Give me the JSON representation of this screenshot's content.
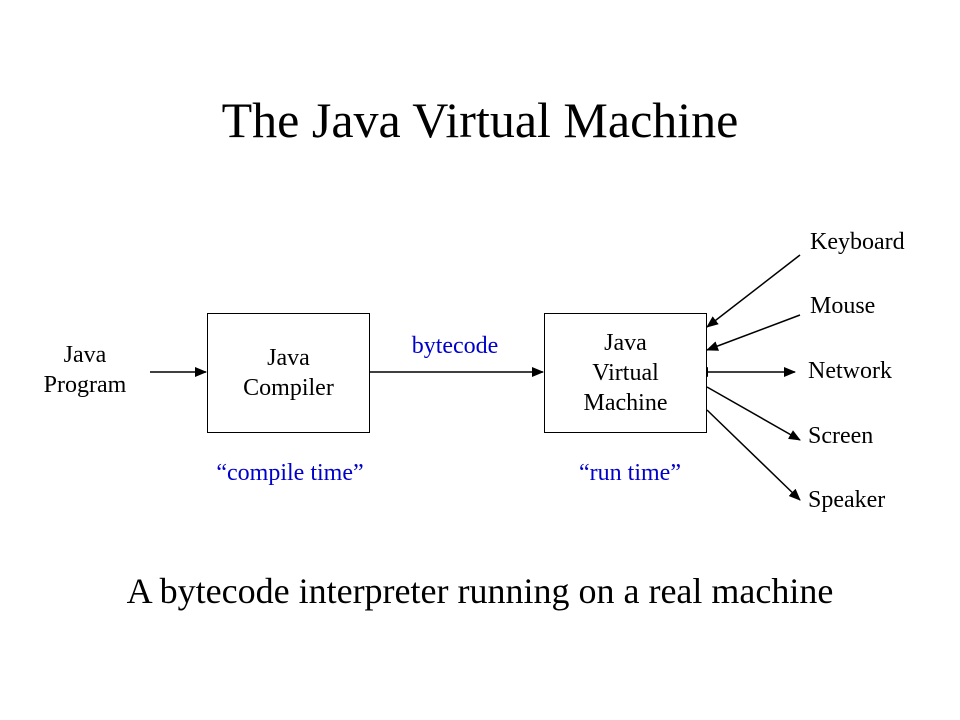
{
  "title": "The Java Virtual Machine",
  "caption": "A bytecode interpreter running on a real machine",
  "nodes": {
    "java_program": {
      "line1": "Java",
      "line2": "Program"
    },
    "java_compiler": {
      "line1": "Java",
      "line2": "Compiler"
    },
    "jvm": {
      "line1": "Java",
      "line2": "Virtual",
      "line3": "Machine"
    }
  },
  "edge_labels": {
    "bytecode": "bytecode",
    "compile_time": "“compile time”",
    "run_time": "“run time”"
  },
  "devices": {
    "keyboard": "Keyboard",
    "mouse": "Mouse",
    "network": "Network",
    "screen": "Screen",
    "speaker": "Speaker"
  },
  "colors": {
    "annotation": "#0000cc",
    "text": "#000000"
  }
}
